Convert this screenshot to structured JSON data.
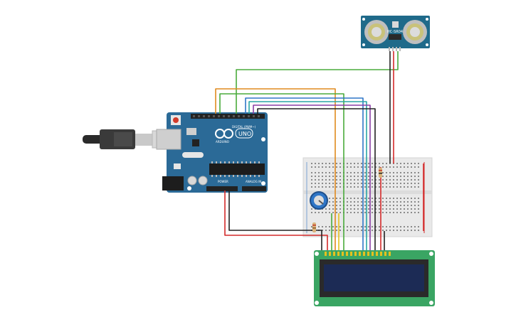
{
  "arduino": {
    "brand": "ARDUINO",
    "model": "UNO",
    "digital_label": "DIGITAL (PWM~)",
    "power_label": "POWER",
    "analog_label": "ANALOG IN",
    "board_color": "#2b6a97"
  },
  "sensor": {
    "model": "HC-SR04",
    "board_color": "#1f6a8a"
  },
  "lcd": {
    "board_color": "#3aa563",
    "screen_color": "#1c2b55"
  },
  "breadboard": {
    "color": "#e9e9e9"
  },
  "wire_colors": {
    "red": "#d42a2a",
    "black": "#222222",
    "green": "#4aab3c",
    "orange": "#e08a1e",
    "blue": "#2f76c7",
    "purple": "#8a3fa6",
    "teal": "#2aa6a6",
    "yellow": "#e6c11e"
  }
}
